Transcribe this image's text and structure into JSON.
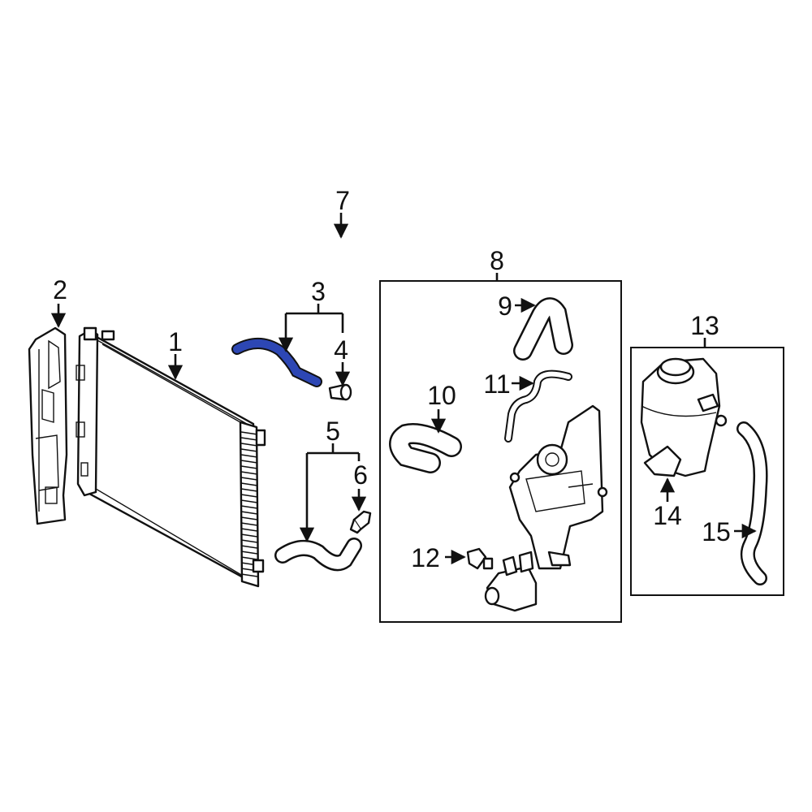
{
  "diagram": {
    "highlight_color": "#2d47b4",
    "line_color": "#111111",
    "background": "#ffffff",
    "callouts": [
      {
        "id": "1",
        "label": "1"
      },
      {
        "id": "2",
        "label": "2"
      },
      {
        "id": "3",
        "label": "3"
      },
      {
        "id": "4",
        "label": "4"
      },
      {
        "id": "5",
        "label": "5"
      },
      {
        "id": "6",
        "label": "6"
      },
      {
        "id": "7",
        "label": "7"
      },
      {
        "id": "8",
        "label": "8"
      },
      {
        "id": "9",
        "label": "9"
      },
      {
        "id": "10",
        "label": "10"
      },
      {
        "id": "11",
        "label": "11"
      },
      {
        "id": "12",
        "label": "12"
      },
      {
        "id": "13",
        "label": "13"
      },
      {
        "id": "14",
        "label": "14"
      },
      {
        "id": "15",
        "label": "15"
      }
    ]
  }
}
